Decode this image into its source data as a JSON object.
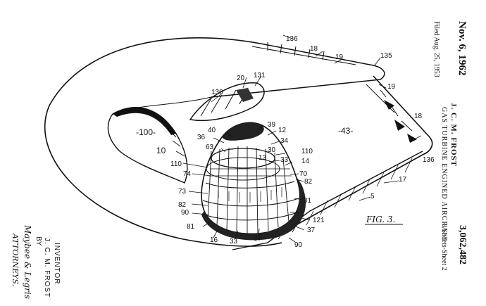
{
  "header": {
    "date": "Nov. 6, 1962",
    "filed": "Filed Aug. 25, 1953",
    "author": "J. C. M. FROST",
    "title": "GAS TURBINE ENGINED AIRCRAFT",
    "patent_number": "3,062,482",
    "sheet_info": "8 Sheets-Sheet 2"
  },
  "inventor_block": {
    "inventor_label": "INVENTOR",
    "inventor_name": "J. C. M. FROST",
    "by": "BY",
    "attorney_names": "Maybee & Legris",
    "attorneys_label": "ATTORNEYS."
  },
  "figure": {
    "fig_label": "FIG. 3.",
    "labels": {
      "r136a": "136",
      "r18a": "18",
      "r19a": "19",
      "r135": "135",
      "r20": "20",
      "r131": "131",
      "r130": "130",
      "r19b": "19",
      "r39": "39",
      "r12": "12",
      "r40": "40",
      "r36": "36",
      "r34": "34",
      "r100": "-100-",
      "r63": "63",
      "r30": "30",
      "r43": "-43-",
      "r18b": "18",
      "r10": "10",
      "r110a": "110",
      "r13": "13",
      "r33a": "33",
      "r110b": "110",
      "r14": "14",
      "r136b": "136",
      "r74": "74",
      "r70": "70",
      "r82a": "82",
      "r17": "17",
      "r73": "73",
      "r82b": "82",
      "r81a": "81",
      "r5": "5",
      "r90a": "90",
      "r81b": "81",
      "r121": "121",
      "r37a": "37",
      "r16": "16",
      "r33b": "33",
      "r37b": "37",
      "r90b": "90"
    }
  }
}
